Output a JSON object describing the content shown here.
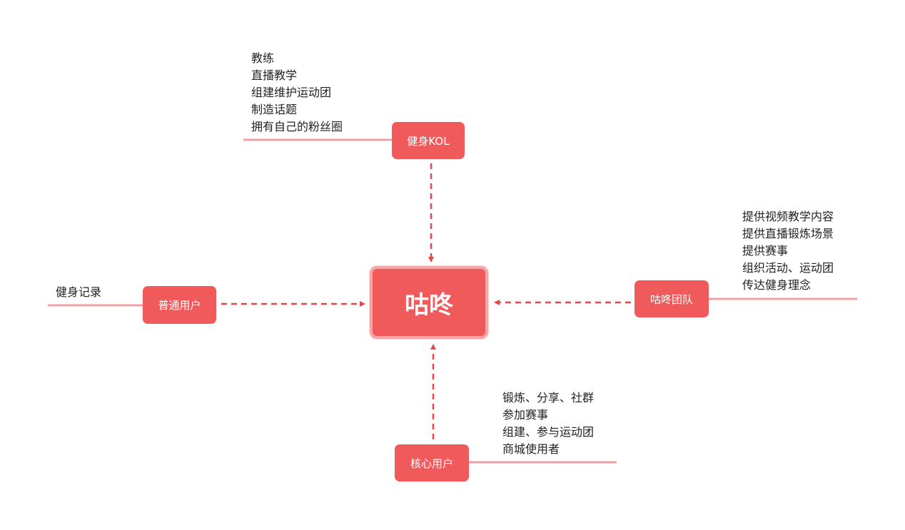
{
  "diagram": {
    "center": {
      "label": "咕咚"
    },
    "nodes": {
      "kol": {
        "label": "健身KOL",
        "notes": [
          "教练",
          "直播教学",
          "组建维护运动团",
          "制造话题",
          "拥有自己的粉丝圈"
        ]
      },
      "normal_user": {
        "label": "普通用户",
        "notes": [
          "健身记录"
        ]
      },
      "team": {
        "label": "咕咚团队",
        "notes": [
          "提供视频教学内容",
          "提供直播锻炼场景",
          "提供赛事",
          "组织活动、运动团",
          "传达健身理念"
        ]
      },
      "core_user": {
        "label": "核心用户",
        "notes": [
          "锻炼、分享、社群",
          "参加赛事",
          "组建、参与运动团",
          "商城使用者"
        ]
      }
    },
    "colors": {
      "node_fill": "#f05a5b",
      "center_border": "#f8a5a6",
      "connector": "#e8474a",
      "underline": "#f4a0a1",
      "note_text": "#222222"
    }
  }
}
